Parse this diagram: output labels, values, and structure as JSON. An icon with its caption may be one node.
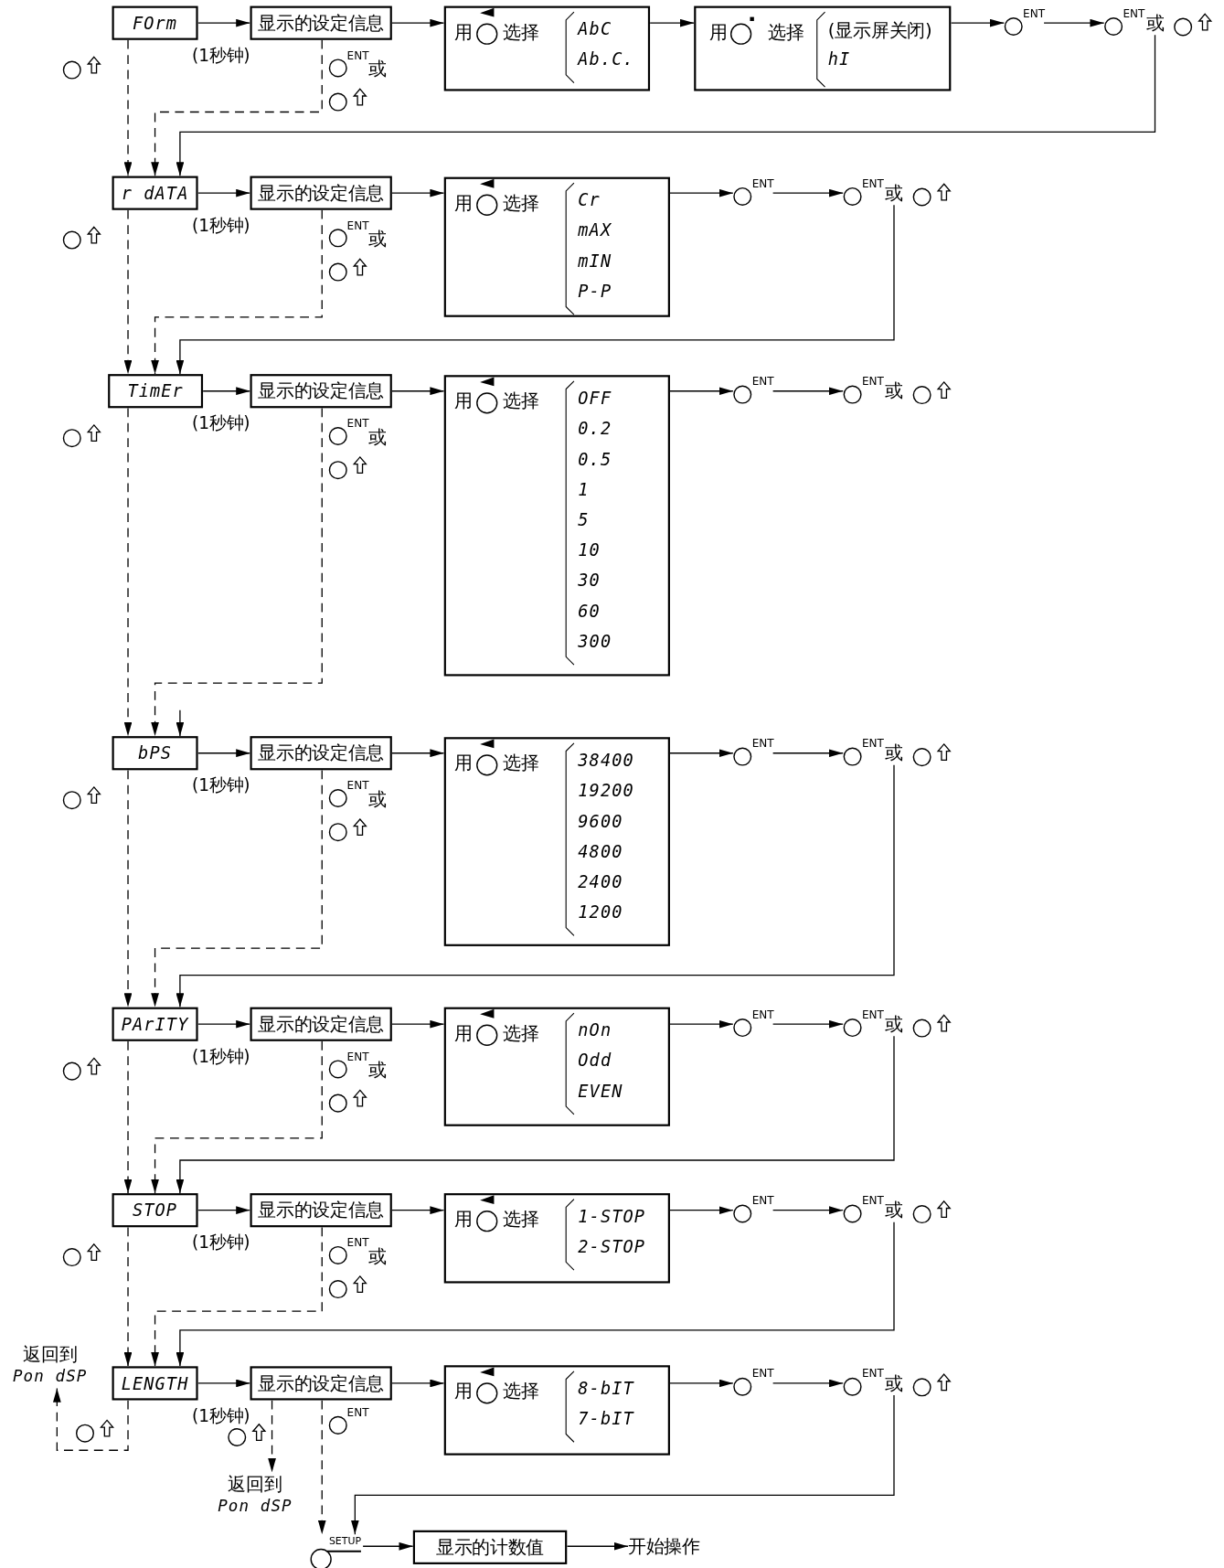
{
  "diagram": {
    "nodes": [
      {
        "text": [
          "FOrm"
        ]
      },
      {
        "text": [
          "显示的设定信息"
        ],
        "beside": [
          "(1秒钟)"
        ]
      },
      {
        "text": [
          "用",
          "选择",
          "AbC",
          "Ab.C."
        ]
      },
      {
        "text": [
          "用",
          "选择",
          "(显示屏关闭)",
          "hI"
        ]
      },
      {
        "text": [
          "ENT"
        ]
      },
      {
        "text": [
          "ENT",
          "或"
        ]
      },
      {
        "text": [
          "r dATA"
        ]
      },
      {
        "text": [
          "显示的设定信息"
        ],
        "beside": [
          "(1秒钟)"
        ]
      },
      {
        "text": [
          "用",
          "选择",
          "Cr",
          "mAX",
          "mIN",
          "P-P"
        ]
      },
      {
        "text": [
          "ENT"
        ]
      },
      {
        "text": [
          "ENT",
          "或"
        ]
      },
      {
        "text": [
          "TimEr"
        ]
      },
      {
        "text": [
          "显示的设定信息"
        ],
        "beside": [
          "(1秒钟)"
        ]
      },
      {
        "text": [
          "用",
          "选择",
          "OFF",
          "0.2",
          "0.5",
          "1",
          "5",
          "10",
          "30",
          "60",
          "300"
        ]
      },
      {
        "text": [
          "ENT"
        ]
      },
      {
        "text": [
          "ENT",
          "或"
        ]
      },
      {
        "text": [
          "bPS"
        ]
      },
      {
        "text": [
          "显示的设定信息"
        ],
        "beside": [
          "(1秒钟)"
        ]
      },
      {
        "text": [
          "用",
          "选择",
          "38400",
          "19200",
          "9600",
          "4800",
          "2400",
          "1200"
        ]
      },
      {
        "text": [
          "ENT"
        ]
      },
      {
        "text": [
          "ENT",
          "或"
        ]
      },
      {
        "text": [
          "PArITY"
        ]
      },
      {
        "text": [
          "显示的设定信息"
        ],
        "beside": [
          "(1秒钟)"
        ]
      },
      {
        "text": [
          "用",
          "选择",
          "nOn",
          "Odd",
          "EVEN"
        ]
      },
      {
        "text": [
          "ENT"
        ]
      },
      {
        "text": [
          "ENT",
          "或"
        ]
      },
      {
        "text": [
          "STOP"
        ]
      },
      {
        "text": [
          "显示的设定信息"
        ],
        "beside": [
          "(1秒钟)"
        ]
      },
      {
        "text": [
          "用",
          "选择",
          "1-STOP",
          "2-STOP"
        ]
      },
      {
        "text": [
          "ENT"
        ]
      },
      {
        "text": [
          "ENT",
          "或"
        ]
      },
      {
        "text": [
          "LENGTH"
        ]
      },
      {
        "text": [
          "显示的设定信息"
        ],
        "beside": [
          "(1秒钟)"
        ]
      },
      {
        "text": [
          "用",
          "选择",
          "8-bIT",
          "7-bIT"
        ]
      },
      {
        "text": [
          "ENT"
        ]
      },
      {
        "text": [
          "ENT",
          "或"
        ]
      },
      {
        "text": [
          "返回到",
          "Pon dSP"
        ]
      },
      {
        "text": [
          "返回到",
          "Pon dSP"
        ]
      },
      {
        "text": [
          "SETUP"
        ]
      },
      {
        "text": [
          "显示的计数值"
        ]
      },
      {
        "text": [
          "开始操作"
        ]
      }
    ],
    "edges": [
      {
        "from": 0,
        "to": 1,
        "arrow": "to"
      },
      {
        "from": 1,
        "to": 2,
        "arrow": "to"
      },
      {
        "from": 2,
        "to": 3,
        "arrow": "to"
      },
      {
        "from": 3,
        "to": 4,
        "arrow": "to"
      },
      {
        "from": 4,
        "to": 5,
        "arrow": "to"
      },
      {
        "from": 5,
        "to": 6,
        "arrow": "to"
      },
      {
        "from": 0,
        "to": 6,
        "arrow": "to",
        "style": "dashed"
      },
      {
        "from": 1,
        "to": 6,
        "arrow": "to",
        "style": "dashed"
      },
      {
        "from": 6,
        "to": 7,
        "arrow": "to"
      },
      {
        "from": 7,
        "to": 8,
        "arrow": "to"
      },
      {
        "from": 8,
        "to": 9,
        "arrow": "to"
      },
      {
        "from": 9,
        "to": 10,
        "arrow": "to"
      },
      {
        "from": 10,
        "to": 11,
        "arrow": "to"
      },
      {
        "from": 6,
        "to": 11,
        "arrow": "to",
        "style": "dashed"
      },
      {
        "from": 7,
        "to": 11,
        "arrow": "to",
        "style": "dashed"
      },
      {
        "from": 11,
        "to": 12,
        "arrow": "to"
      },
      {
        "from": 12,
        "to": 13,
        "arrow": "to"
      },
      {
        "from": 13,
        "to": 14,
        "arrow": "to"
      },
      {
        "from": 14,
        "to": 15,
        "arrow": "to"
      },
      {
        "from": null,
        "to": 16,
        "arrow": "to"
      },
      {
        "from": 11,
        "to": 16,
        "arrow": "to",
        "style": "dashed"
      },
      {
        "from": 12,
        "to": 16,
        "arrow": "to",
        "style": "dashed"
      },
      {
        "from": 16,
        "to": 17,
        "arrow": "to"
      },
      {
        "from": 17,
        "to": 18,
        "arrow": "to"
      },
      {
        "from": 18,
        "to": 19,
        "arrow": "to"
      },
      {
        "from": 19,
        "to": 20,
        "arrow": "to"
      },
      {
        "from": 20,
        "to": 21,
        "arrow": "to"
      },
      {
        "from": 16,
        "to": 21,
        "arrow": "to",
        "style": "dashed"
      },
      {
        "from": 17,
        "to": 21,
        "arrow": "to",
        "style": "dashed"
      },
      {
        "from": 21,
        "to": 22,
        "arrow": "to"
      },
      {
        "from": 22,
        "to": 23,
        "arrow": "to"
      },
      {
        "from": 23,
        "to": 24,
        "arrow": "to"
      },
      {
        "from": 24,
        "to": 25,
        "arrow": "to"
      },
      {
        "from": 25,
        "to": 26,
        "arrow": "to"
      },
      {
        "from": 21,
        "to": 26,
        "arrow": "to",
        "style": "dashed"
      },
      {
        "from": 22,
        "to": 26,
        "arrow": "to",
        "style": "dashed"
      },
      {
        "from": 26,
        "to": 27,
        "arrow": "to"
      },
      {
        "from": 27,
        "to": 28,
        "arrow": "to"
      },
      {
        "from": 28,
        "to": 29,
        "arrow": "to"
      },
      {
        "from": 29,
        "to": 30,
        "arrow": "to"
      },
      {
        "from": 30,
        "to": 31,
        "arrow": "to"
      },
      {
        "from": 26,
        "to": 31,
        "arrow": "to",
        "style": "dashed"
      },
      {
        "from": 27,
        "to": 31,
        "arrow": "to",
        "style": "dashed"
      },
      {
        "from": 31,
        "to": 32,
        "arrow": "to"
      },
      {
        "from": 32,
        "to": 33,
        "arrow": "to"
      },
      {
        "from": 33,
        "to": 34,
        "arrow": "to"
      },
      {
        "from": 34,
        "to": 35,
        "arrow": "to"
      },
      {
        "from": 31,
        "to": 36,
        "arrow": "to",
        "style": "dashed"
      },
      {
        "from": 32,
        "to": 37,
        "arrow": "to",
        "style": "dashed"
      },
      {
        "from": 32,
        "to": 38,
        "arrow": "to",
        "style": "dashed"
      },
      {
        "from": 35,
        "to": 38,
        "arrow": "to"
      },
      {
        "from": 38,
        "to": 39,
        "arrow": "to"
      },
      {
        "from": 39,
        "to": 40,
        "arrow": "to"
      }
    ],
    "labels": [
      "ENT",
      "或",
      "ENT",
      "或",
      "ENT",
      "或",
      "ENT",
      "或",
      "ENT",
      "或",
      "ENT",
      "或",
      "ENT"
    ]
  }
}
